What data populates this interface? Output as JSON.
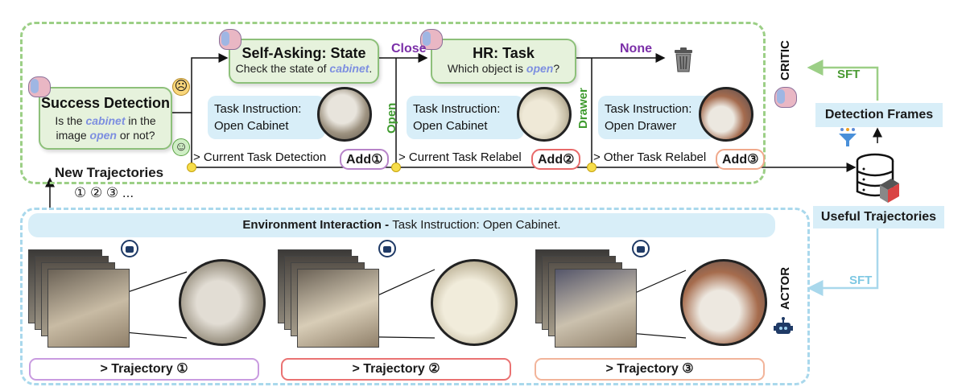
{
  "critic_section": {
    "success_detection": {
      "title": "Success Detection",
      "line1_pre": "Is the ",
      "line1_em": "cabinet",
      "line1_post": " in the",
      "line2_pre": "image ",
      "line2_em": "open",
      "line2_post": " or not?"
    },
    "self_asking": {
      "title": "Self-Asking: State",
      "sub_pre": "Check the state of ",
      "sub_em": "cabinet",
      "sub_post": "."
    },
    "hr_task": {
      "title": "HR: Task",
      "sub_pre": "Which object is ",
      "sub_em": "open",
      "sub_post": "?"
    },
    "labels": {
      "close": "Close",
      "none": "None",
      "open": "Open",
      "drawer": "Drawer",
      "critic": "CRITIC",
      "sft_top": "SFT"
    },
    "instructions": [
      {
        "line1": "Task Instruction:",
        "line2": "Open Cabinet"
      },
      {
        "line1": "Task Instruction:",
        "line2": "Open Cabinet"
      },
      {
        "line1": "Task Instruction:",
        "line2": "Open Drawer"
      }
    ],
    "rows": [
      {
        "text": "> Current Task Detection",
        "add": "Add①",
        "color": "#b784c9"
      },
      {
        "text": "> Current Task Relabel",
        "add": "Add②",
        "color": "#e86a6a"
      },
      {
        "text": "> Other Task Relabel",
        "add": "Add③",
        "color": "#f0a98c"
      }
    ],
    "new_trajectories": {
      "title": "New Trajectories",
      "markers": "① ② ③ ..."
    }
  },
  "right_side": {
    "detection_frames": "Detection Frames",
    "useful_trajectories": "Useful Trajectories",
    "sft_bottom": "SFT",
    "actor": "ACTOR"
  },
  "actor_section": {
    "env_bold": "Environment Interaction - ",
    "env_rest": "Task Instruction: Open Cabinet.",
    "trajectories": [
      {
        "label": "> Trajectory ①",
        "color": "#c99be0"
      },
      {
        "label": "> Trajectory ②",
        "color": "#ea7272"
      },
      {
        "label": "> Trajectory ③",
        "color": "#f2b49a"
      }
    ]
  },
  "colors": {
    "green_border": "#9ccf86",
    "blue_border": "#a9d8ec",
    "purple_text": "#7b2fa8",
    "green_text": "#3f9b2f",
    "em_blue": "#7d8fe0"
  }
}
